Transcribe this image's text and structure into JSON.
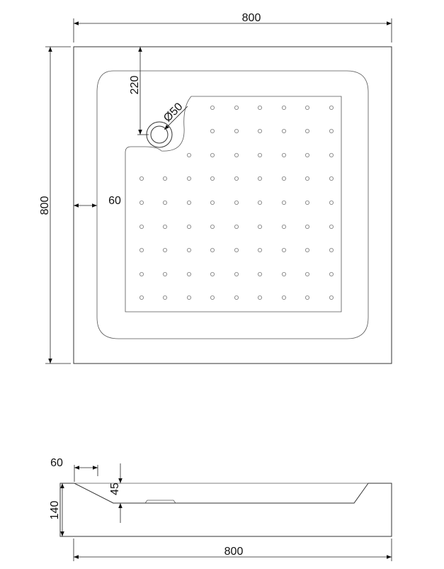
{
  "plan_view": {
    "width_label": "800",
    "height_label": "800",
    "drain_offset_label": "220",
    "drain_diameter_label": "Ø50",
    "rim_width_label": "60"
  },
  "side_view": {
    "rim_width_label": "60",
    "basin_depth_label": "45",
    "total_height_label": "140",
    "width_label": "800"
  },
  "colors": {
    "line": "#333333",
    "dimension": "#222222",
    "holes": "#777777"
  }
}
